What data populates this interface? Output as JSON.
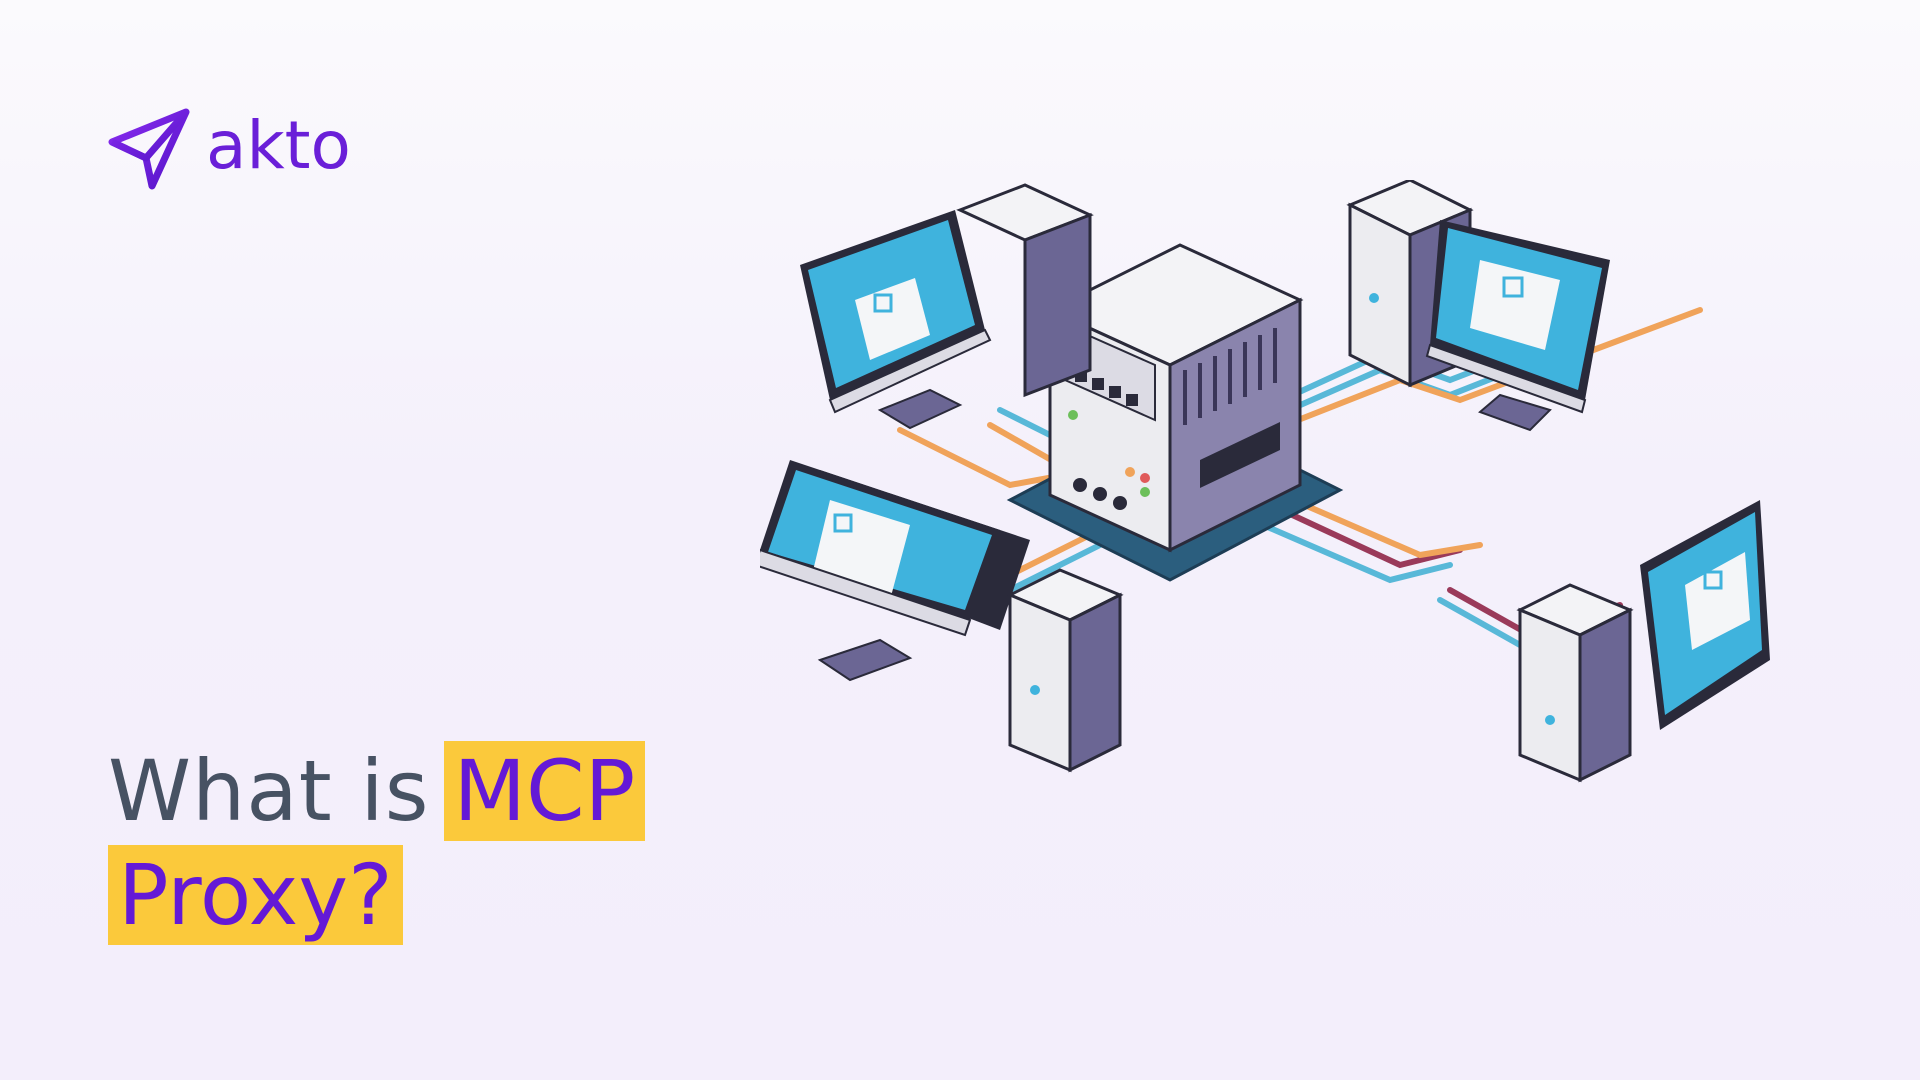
{
  "brand": {
    "name": "akto",
    "logo_icon": "paper-plane-arrow-icon",
    "color": "#6a1fd8"
  },
  "headline": {
    "line1_plain": "What is",
    "line1_highlight": "MCP",
    "line2_highlight": "Proxy?",
    "highlight_color": "#fbc93b",
    "highlight_text_color": "#6419d6",
    "plain_text_color": "#475263"
  },
  "illustration": {
    "subject": "central-proxy-server-connected-to-client-computers",
    "screen_icons": [
      "network-diagram-icon",
      "network-diagram-icon",
      "document-diagram-icon",
      "network-diagram-icon"
    ],
    "colors": {
      "screen": "#3fb3dd",
      "tower_light": "#e8e8ec",
      "tower_dark": "#6b6694",
      "cable_orange": "#f0a35a",
      "cable_blue": "#58b8d8",
      "cable_maroon": "#9a3a5a",
      "platform": "#2b5e7e"
    }
  }
}
